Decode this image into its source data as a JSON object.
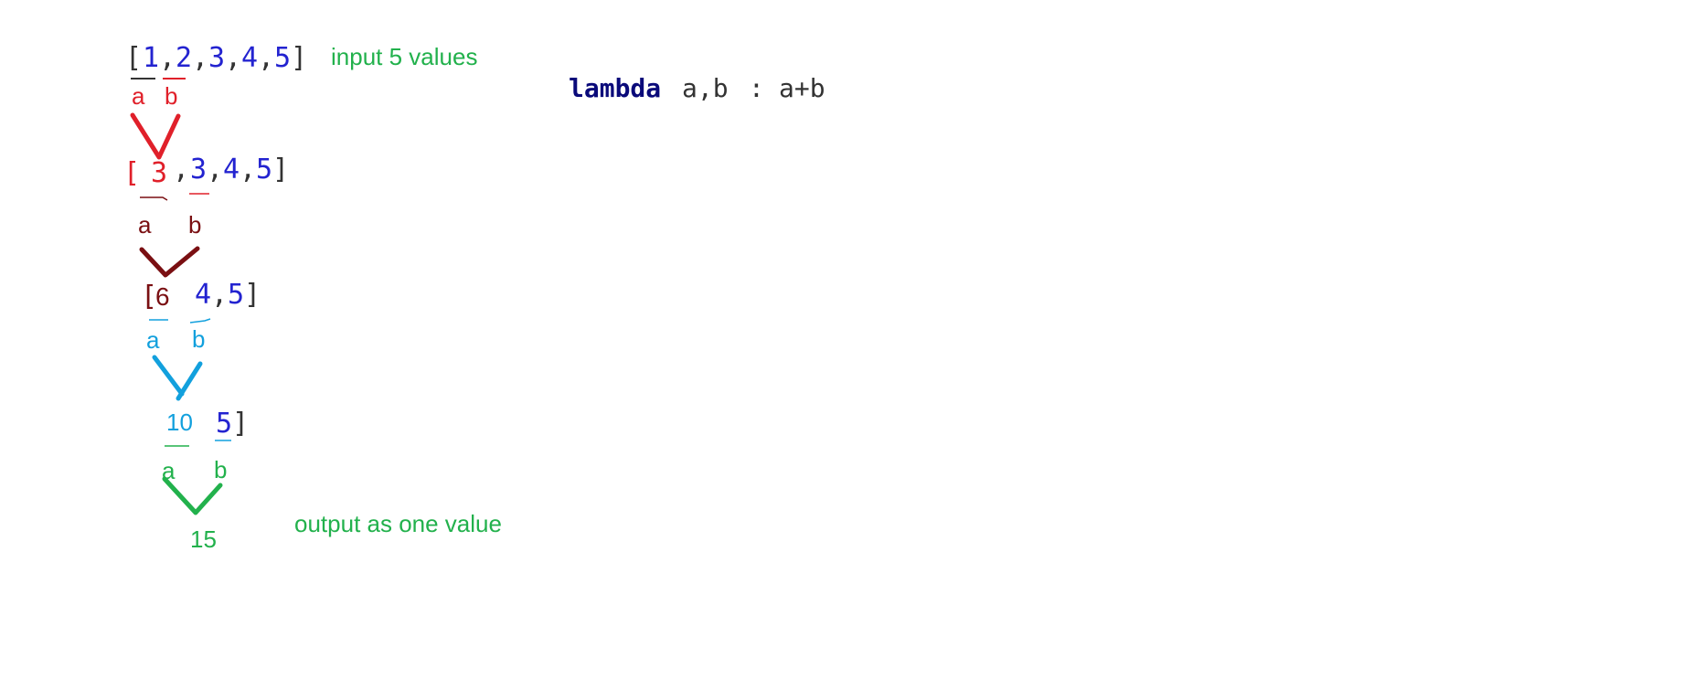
{
  "colors": {
    "blue": "#2323d0",
    "black": "#333333",
    "red": "#e0202a",
    "maroon": "#7a0f12",
    "cyan": "#12a0dd",
    "green": "#22b14c",
    "navy": "#0a0a7a"
  },
  "code": {
    "keyword": "lambda",
    "params": "a,b",
    "colon": ":",
    "expression": "a+b"
  },
  "notes": {
    "input": "input 5 values",
    "output": "output as one value"
  },
  "step1": {
    "open": "[",
    "v1": "1",
    "v2": "2",
    "v3": "3",
    "v4": "4",
    "v5": "5",
    "comma": ",",
    "close": "]",
    "a": "a",
    "b": "b"
  },
  "step2": {
    "open": "[",
    "sum": "3",
    "comma": ",",
    "v3": "3",
    "v4": "4",
    "v5": "5",
    "close": "]",
    "a": "a",
    "b": "b"
  },
  "step3": {
    "open": "[",
    "sum": "6",
    "v4": "4",
    "comma": ",",
    "v5": "5",
    "close": "]",
    "a": "a",
    "b": "b"
  },
  "step4": {
    "sum": "10",
    "v5": "5",
    "close": "]",
    "a": "a",
    "b": "b"
  },
  "result": {
    "value": "15"
  }
}
